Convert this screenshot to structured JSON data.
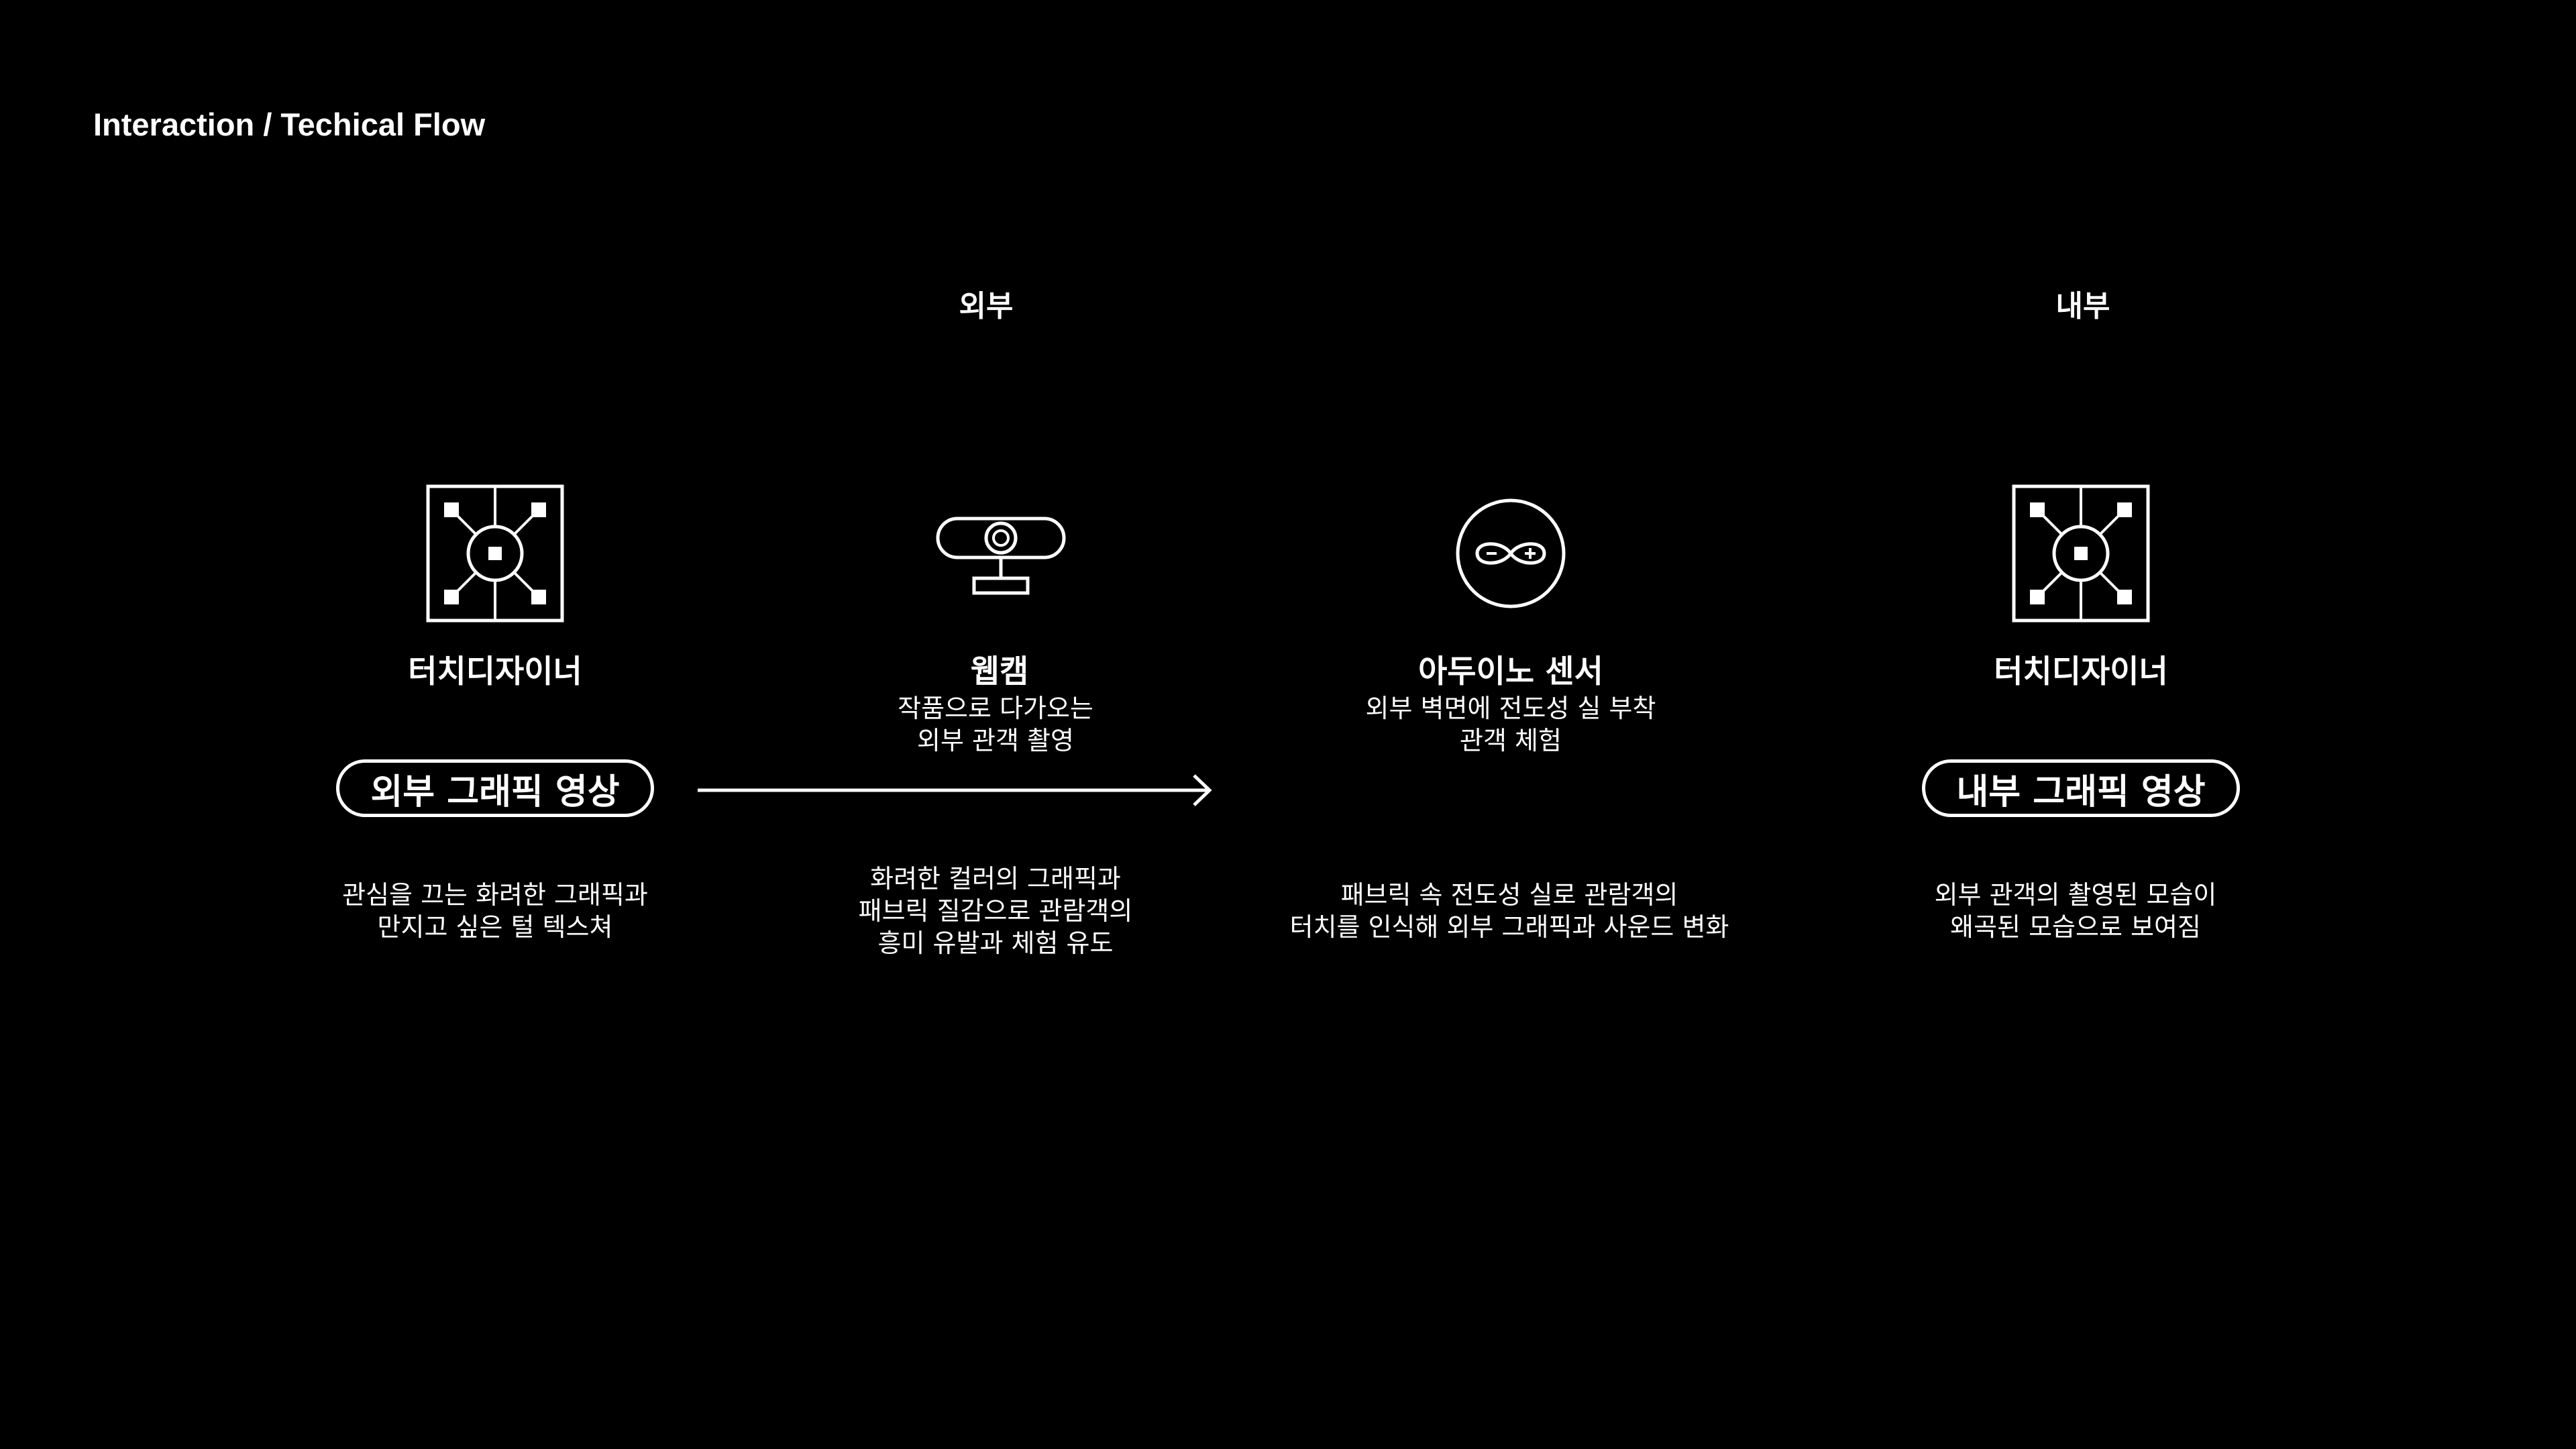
{
  "page": {
    "title": "Interaction / Techical Flow"
  },
  "sections": {
    "outside": "외부",
    "inside": "내부"
  },
  "steps": [
    {
      "icon": "touch-designer-icon",
      "name": "터치디자이너",
      "subtitle": "",
      "description": "관심을 끄는 화려한 그래픽과\n만지고 싶은 털 텍스쳐",
      "pill": "외부 그래픽 영상"
    },
    {
      "icon": "webcam-icon",
      "name": "웹캠",
      "subtitle": "작품으로 다가오는\n외부 관객 촬영",
      "description": "화려한 컬러의 그래픽과\n패브릭 질감으로 관람객의\n흥미 유발과 체험 유도"
    },
    {
      "icon": "arduino-icon",
      "name": "아두이노 센서",
      "subtitle": "외부 벽면에 전도성 실 부착\n관객 체험",
      "description": "패브릭 속 전도성 실로 관람객의\n터치를 인식해 외부 그래픽과 사운드 변화"
    },
    {
      "icon": "touch-designer-icon",
      "name": "터치디자이너",
      "subtitle": "",
      "description": "외부 관객의 촬영된 모습이\n왜곡된 모습으로 보여짐",
      "pill": "내부 그래픽 영상"
    }
  ],
  "colors": {
    "background": "#000000",
    "foreground": "#ffffff"
  }
}
